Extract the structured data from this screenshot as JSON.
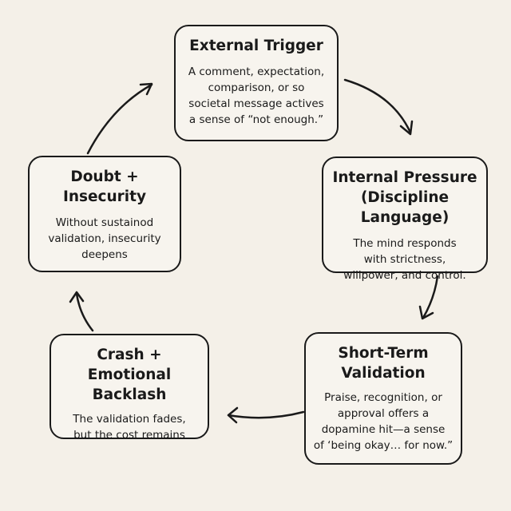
{
  "nodes": {
    "external_trigger": {
      "title": [
        "External Trigger"
      ],
      "desc": [
        "A comment, expectation,",
        "comparison, or so",
        "societal message actives",
        "a sense of “not enough.”"
      ]
    },
    "internal_pressure": {
      "title": [
        "Internal Pressure",
        "(Discipline Language)"
      ],
      "desc": [
        "The mind responds",
        "with strictness,",
        "willpower, and control."
      ]
    },
    "short_term_validation": {
      "title": [
        "Short-Term",
        "Validation"
      ],
      "desc": [
        "Praise, recognition, or",
        "approval offers a",
        "dopamine hit—a sense",
        "of ‘being okay… for now.”"
      ]
    },
    "crash": {
      "title": [
        "Crash +",
        "Emotional Backlash"
      ],
      "desc": [
        "The validation fades,",
        "but the cost remains"
      ]
    },
    "doubt": {
      "title": [
        "Doubt +",
        "Insecurity"
      ],
      "desc": [
        "Without sustainod",
        "validation, insecurity",
        "deepens"
      ]
    }
  }
}
